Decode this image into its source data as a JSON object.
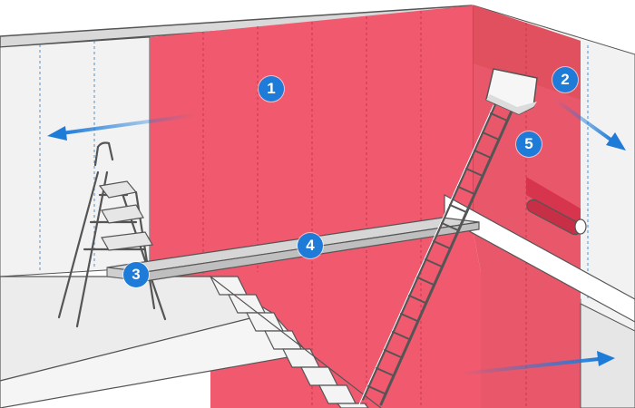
{
  "markers": [
    {
      "id": "1",
      "label": "1"
    },
    {
      "id": "2",
      "label": "2"
    },
    {
      "id": "3",
      "label": "3"
    },
    {
      "id": "4",
      "label": "4"
    },
    {
      "id": "5",
      "label": "5"
    }
  ],
  "colors": {
    "wallpaper": "#f0596e",
    "wallpaper_dark": "#e0505f",
    "wall": "#f2f2f2",
    "floor": "#ededed",
    "marker": "#1f7bd8",
    "arrow": "#1f7bd8",
    "outline": "#555555"
  },
  "icons": {
    "arrows": [
      "arrow-left-icon",
      "arrow-down-right-icon",
      "arrow-right-icon"
    ]
  }
}
